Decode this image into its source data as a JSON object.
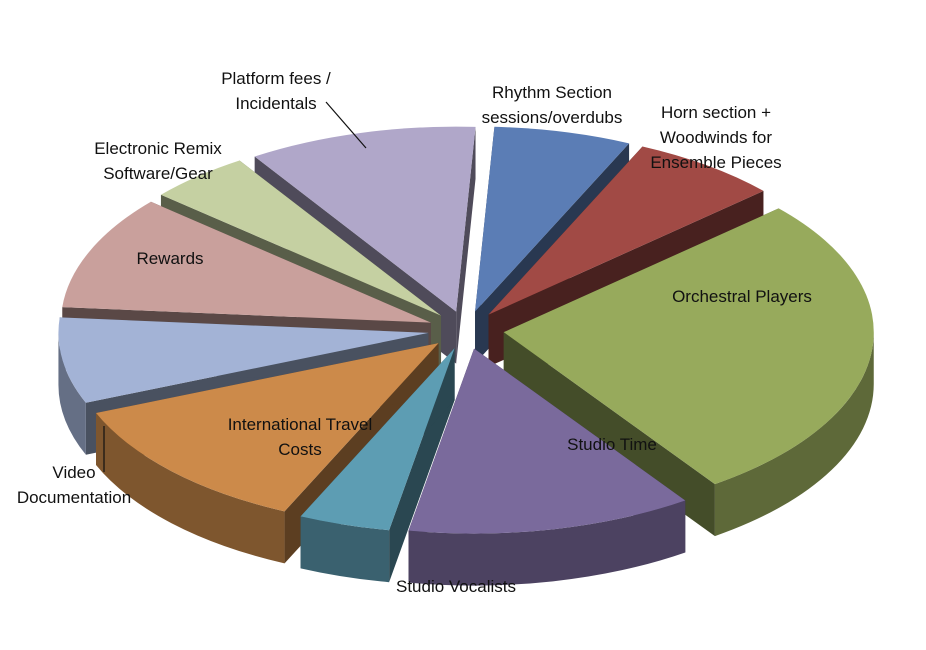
{
  "chart_data": {
    "type": "pie",
    "style": "3d-exploded",
    "title": "",
    "slices": [
      {
        "label": "Rhythm Section sessions/overdubs",
        "value": 6,
        "color": "#5b7db5"
      },
      {
        "label": "Horn section + Woodwinds for Ensemble Pieces",
        "value": 6.5,
        "color": "#a14a45"
      },
      {
        "label": "Orchestral Players",
        "value": 27,
        "color": "#97aa5c"
      },
      {
        "label": "Studio Time",
        "value": 12.5,
        "color": "#7a6a9c"
      },
      {
        "label": "Studio Vocalists",
        "value": 4,
        "color": "#5d9db3"
      },
      {
        "label": "International Travel Costs",
        "value": 12,
        "color": "#cc8a4a"
      },
      {
        "label": "Video Documentation",
        "value": 7.5,
        "color": "#a3b3d6"
      },
      {
        "label": "Rewards",
        "value": 10,
        "color": "#c9a09c"
      },
      {
        "label": "Electronic Remix Software/Gear",
        "value": 4.5,
        "color": "#c5d0a2"
      },
      {
        "label": "Platform fees / Incidentals",
        "value": 10,
        "color": "#b0a7c9"
      }
    ]
  }
}
